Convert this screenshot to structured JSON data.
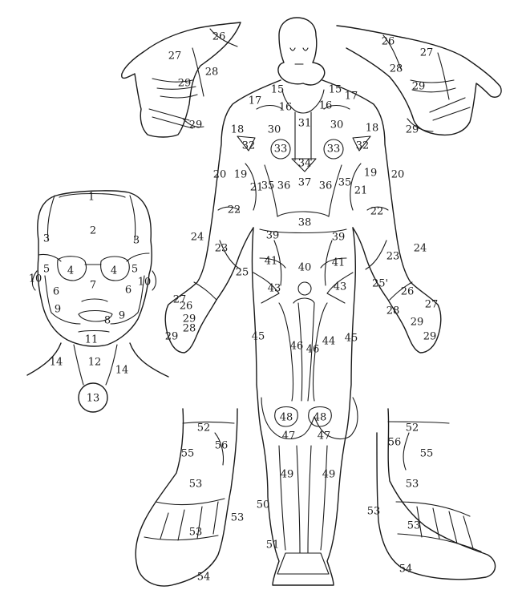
{
  "diagram": {
    "line_color": "#1a1a1a",
    "background": "#ffffff",
    "labels": {
      "forehead_top": "1",
      "forehead": "2",
      "temple_left": "3",
      "temple_right": "3",
      "eye_left": "4",
      "eye_right": "4",
      "orbit_left": "5",
      "orbit_right": "5",
      "cheek_left": "6",
      "cheek_right": "6",
      "nose": "7",
      "lip": "8",
      "jaw_left": "9",
      "jaw_right": "9",
      "ear_left": "10",
      "ear_right": "10",
      "chin": "11",
      "neck_front": "12",
      "neck_side_left": "14",
      "neck_side_right": "14",
      "suprasternal": "13",
      "neck_l": "15",
      "neck_r": "15",
      "clav_l": "16",
      "clav_r": "16",
      "shoulder_l": "17",
      "shoulder_r": "17",
      "deltoid_l": "18",
      "deltoid_r": "18",
      "arm_inner_l": "19",
      "arm_inner_r": "19",
      "arm_outer_l": "20",
      "arm_outer_r": "20",
      "arm_back_l": "21",
      "arm_back_r": "21",
      "elbow_l": "22",
      "elbow_r": "22",
      "forearm_l": "23",
      "forearm_r": "23",
      "forearm_outer_l": "24",
      "forearm_outer_r": "24",
      "wrist_l": "25",
      "wrist_r": "25'",
      "hand_back_top_l": "26",
      "hand_back_top_r": "26",
      "palm_l": "27",
      "palm_r": "27",
      "thenar_l": "28",
      "thenar_r": "28",
      "hyp_l": "29",
      "hyp_r": "29",
      "fingers_l": "29",
      "fingers_r": "29",
      "chest_l": "30",
      "chest_r": "30",
      "sternum": "31",
      "axilla_l": "32",
      "axilla_r": "32",
      "breast_l": "33",
      "breast_r": "33",
      "xiphoid": "34",
      "ribs_l": "35",
      "ribs_r": "35",
      "hypoch_l": "36",
      "hypoch_r": "36",
      "epigastrium": "37",
      "umbilical": "38",
      "lumbar_l": "39",
      "lumbar_r": "39",
      "hypogastrium": "40",
      "iliac_l": "41",
      "iliac_r": "41",
      "inguinal_l": "43",
      "inguinal_r": "43",
      "thigh_inner_l": "44",
      "thigh_outer_l": "45",
      "thigh_outer_r": "45",
      "thigh_front_l": "46",
      "thigh_front_r": "46",
      "knee_l": "47",
      "knee_r": "47",
      "patella_l": "48",
      "patella_r": "48",
      "shin_l": "49",
      "shin_r": "49",
      "calf": "50",
      "tibia": "51",
      "ankle_front_l": "52",
      "ankle_front_r": "52",
      "foot_top_l": "53",
      "foot_top_r": "53",
      "foot_mid_l": "53",
      "foot_mid_r": "53",
      "foot_side_l": "53",
      "foot_side_r": "53",
      "toes_l": "54",
      "toes_r": "54",
      "malleolus_l": "55",
      "malleolus_r": "55",
      "heel_l": "56",
      "heel_r": "56",
      "upper_hand_l_26": "26",
      "upper_hand_l_27": "27",
      "upper_hand_l_28": "28",
      "upper_hand_l_29": "29",
      "upper_hand_l_29b": "29",
      "upper_hand_r_26": "26",
      "upper_hand_r_27": "27",
      "upper_hand_r_28": "28",
      "upper_hand_r_29": "29",
      "upper_hand_r_29b": "29"
    }
  }
}
